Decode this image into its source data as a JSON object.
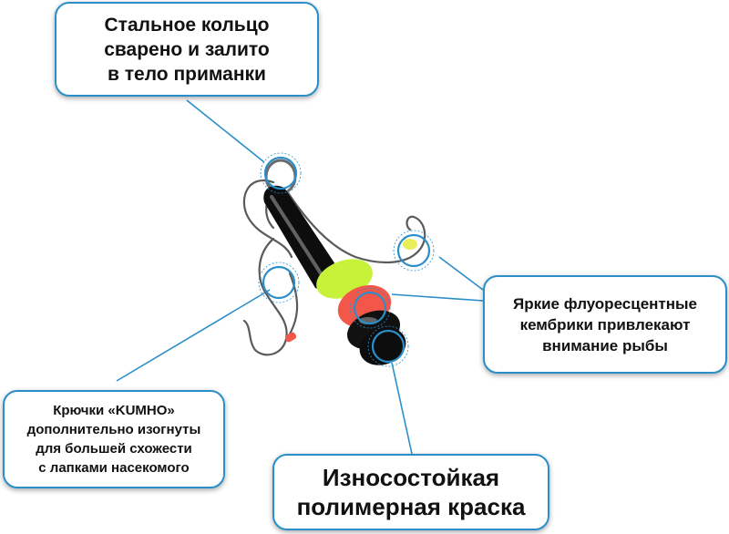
{
  "callouts": {
    "top": "Стальное кольцо\nсварено и залито\nв тело приманки",
    "right": "Яркие флуоресцентные\nкембрики привлекают\nвнимание рыбы",
    "left": "Крючки «KUMHO»\nдополнительно изогнуты\nдля большей схожести\nс лапками насекомого",
    "bottom": "Износостойкая\nполимерная краска"
  },
  "colors": {
    "accent": "#2a8fc9",
    "body": "#0d0d0d",
    "fluo_yellow": "#c8f23a",
    "fluo_red": "#f2574a",
    "hook": "#5a5a5a"
  }
}
